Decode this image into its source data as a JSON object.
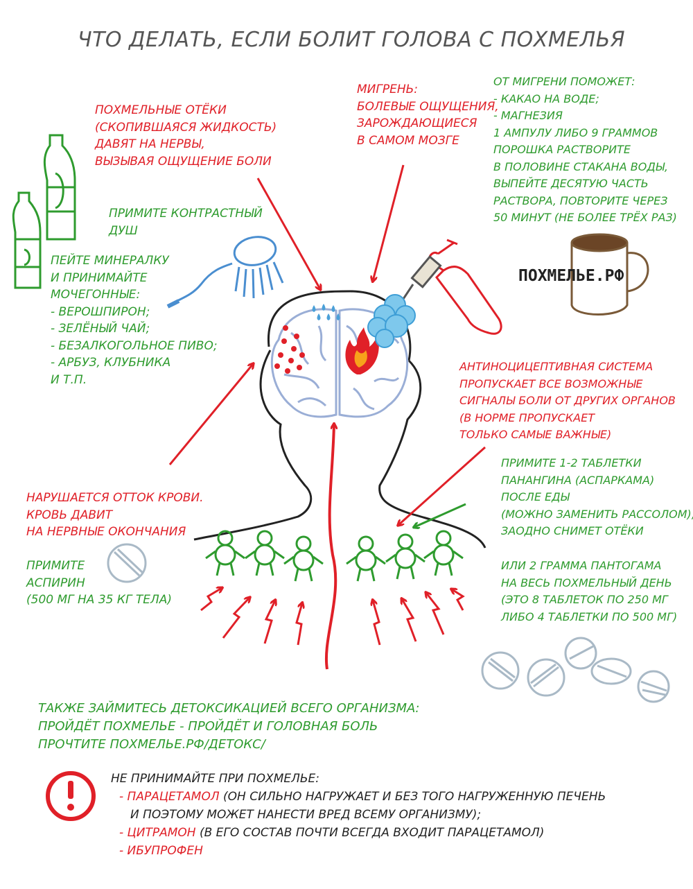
{
  "title": "ЧТО ДЕЛАТЬ, ЕСЛИ БОЛИТ ГОЛОВА С ПОХМЕЛЬЯ",
  "blocks": {
    "edema": [
      "ПОХМЕЛЬНЫЕ ОТЁКИ",
      "(СКОПИВШАЯСЯ ЖИДКОСТЬ)",
      "ДАВЯТ НА НЕРВЫ,",
      "ВЫЗЫВАЯ ОЩУЩЕНИЕ БОЛИ"
    ],
    "migraine": [
      "МИГРЕНЬ:",
      "БОЛЕВЫЕ ОЩУЩЕНИЯ,",
      "ЗАРОЖДАЮЩИЕСЯ",
      "В САМОМ МОЗГЕ"
    ],
    "migraine_help": [
      "ОТ МИГРЕНИ ПОМОЖЕТ:",
      "- КАКАО НА ВОДЕ;",
      "- МАГНЕЗИЯ",
      "1 АМПУЛУ ЛИБО 9 ГРАММОВ",
      "ПОРОШКА РАСТВОРИТЕ",
      "В ПОЛОВИНЕ СТАКАНА ВОДЫ,",
      "ВЫПЕЙТЕ ДЕСЯТУЮ ЧАСТЬ",
      "РАСТВОРА, ПОВТОРИТЕ ЧЕРЕЗ",
      "50 МИНУТ (НЕ БОЛЕЕ ТРЁХ РАЗ)"
    ],
    "shower": [
      "ПРИМИТЕ КОНТРАСТНЫЙ",
      "ДУШ"
    ],
    "drink": [
      "ПЕЙТЕ МИНЕРАЛКУ",
      "И ПРИНИМАЙТЕ",
      "МОЧЕГОННЫЕ:",
      "- ВЕРОШПИРОН;",
      "- ЗЕЛЁНЫЙ ЧАЙ;",
      "- БЕЗАЛКОГОЛЬНОЕ ПИВО;",
      "- АРБУЗ, КЛУБНИКА",
      "И Т.П."
    ],
    "antinoci": [
      "АНТИНОЦИЦЕПТИВНАЯ СИСТЕМА",
      "ПРОПУСКАЕТ ВСЕ ВОЗМОЖНЫЕ",
      "СИГНАЛЫ БОЛИ ОТ ДРУГИХ ОРГАНОВ",
      "(В НОРМЕ ПРОПУСКАЕТ",
      "ТОЛЬКО САМЫЕ ВАЖНЫЕ)"
    ],
    "panangin": [
      "ПРИМИТЕ 1-2 ТАБЛЕТКИ",
      "ПАНАНГИНА (АСПАРКАМА)",
      "ПОСЛЕ ЕДЫ",
      "(МОЖНО ЗАМЕНИТЬ РАССОЛОМ),",
      "ЗАОДНО СНИМЕТ ОТЁКИ"
    ],
    "pantogam": [
      "ИЛИ 2 ГРАММА ПАНТОГАМА",
      "НА ВЕСЬ ПОХМЕЛЬНЫЙ ДЕНЬ",
      "(ЭТО 8 ТАБЛЕТОК ПО 250 МГ",
      "ЛИБО 4 ТАБЛЕТКИ ПО 500 МГ)"
    ],
    "blood": [
      "НАРУШАЕТСЯ ОТТОК КРОВИ.",
      "КРОВЬ ДАВИТ",
      "НА НЕРВНЫЕ ОКОНЧАНИЯ"
    ],
    "aspirin": [
      "ПРИМИТЕ",
      "АСПИРИН",
      "(500 МГ НА 35 КГ ТЕЛА)"
    ],
    "detox": [
      "ТАКЖЕ ЗАЙМИТЕСЬ ДЕТОКСИКАЦИЕЙ ВСЕГО ОРГАНИЗМА:",
      "ПРОЙДЁТ ПОХМЕЛЬЕ - ПРОЙДЁТ И ГОЛОВНАЯ БОЛЬ",
      "ПРОЧТИТЕ ПОХМЕЛЬЕ.РФ/ДЕТОКС/"
    ]
  },
  "brand": "ПОХМЕЛЬЕ.РФ",
  "warning": {
    "heading": "НЕ ПРИНИМАЙТЕ ПРИ ПОХМЕЛЬЕ:",
    "items": [
      {
        "dash": "- ",
        "name": "ПАРАЦЕТАМОЛ",
        "note": " (ОН СИЛЬНО НАГРУЖАЕТ И БЕЗ ТОГО НАГРУЖЕННУЮ ПЕЧЕНЬ"
      },
      {
        "dash": "",
        "name": "",
        "note": "И ПОЭТОМУ МОЖЕТ НАНЕСТИ ВРЕД ВСЕМУ ОРГАНИЗМУ);"
      },
      {
        "dash": "- ",
        "name": "ЦИТРАМОН",
        "note": " (В ЕГО СОСТАВ ПОЧТИ ВСЕГДА ВХОДИТ ПАРАЦЕТАМОЛ)"
      },
      {
        "dash": "- ",
        "name": "ИБУПРОФЕН",
        "note": ""
      }
    ],
    "icon": "exclamation-circle-icon"
  },
  "colors": {
    "red": "#e02028",
    "green": "#2e9b2e",
    "outline": "#222222",
    "brain": "#9aaed6",
    "pill": "#a9b9c6",
    "mug": "#7a5a38"
  }
}
